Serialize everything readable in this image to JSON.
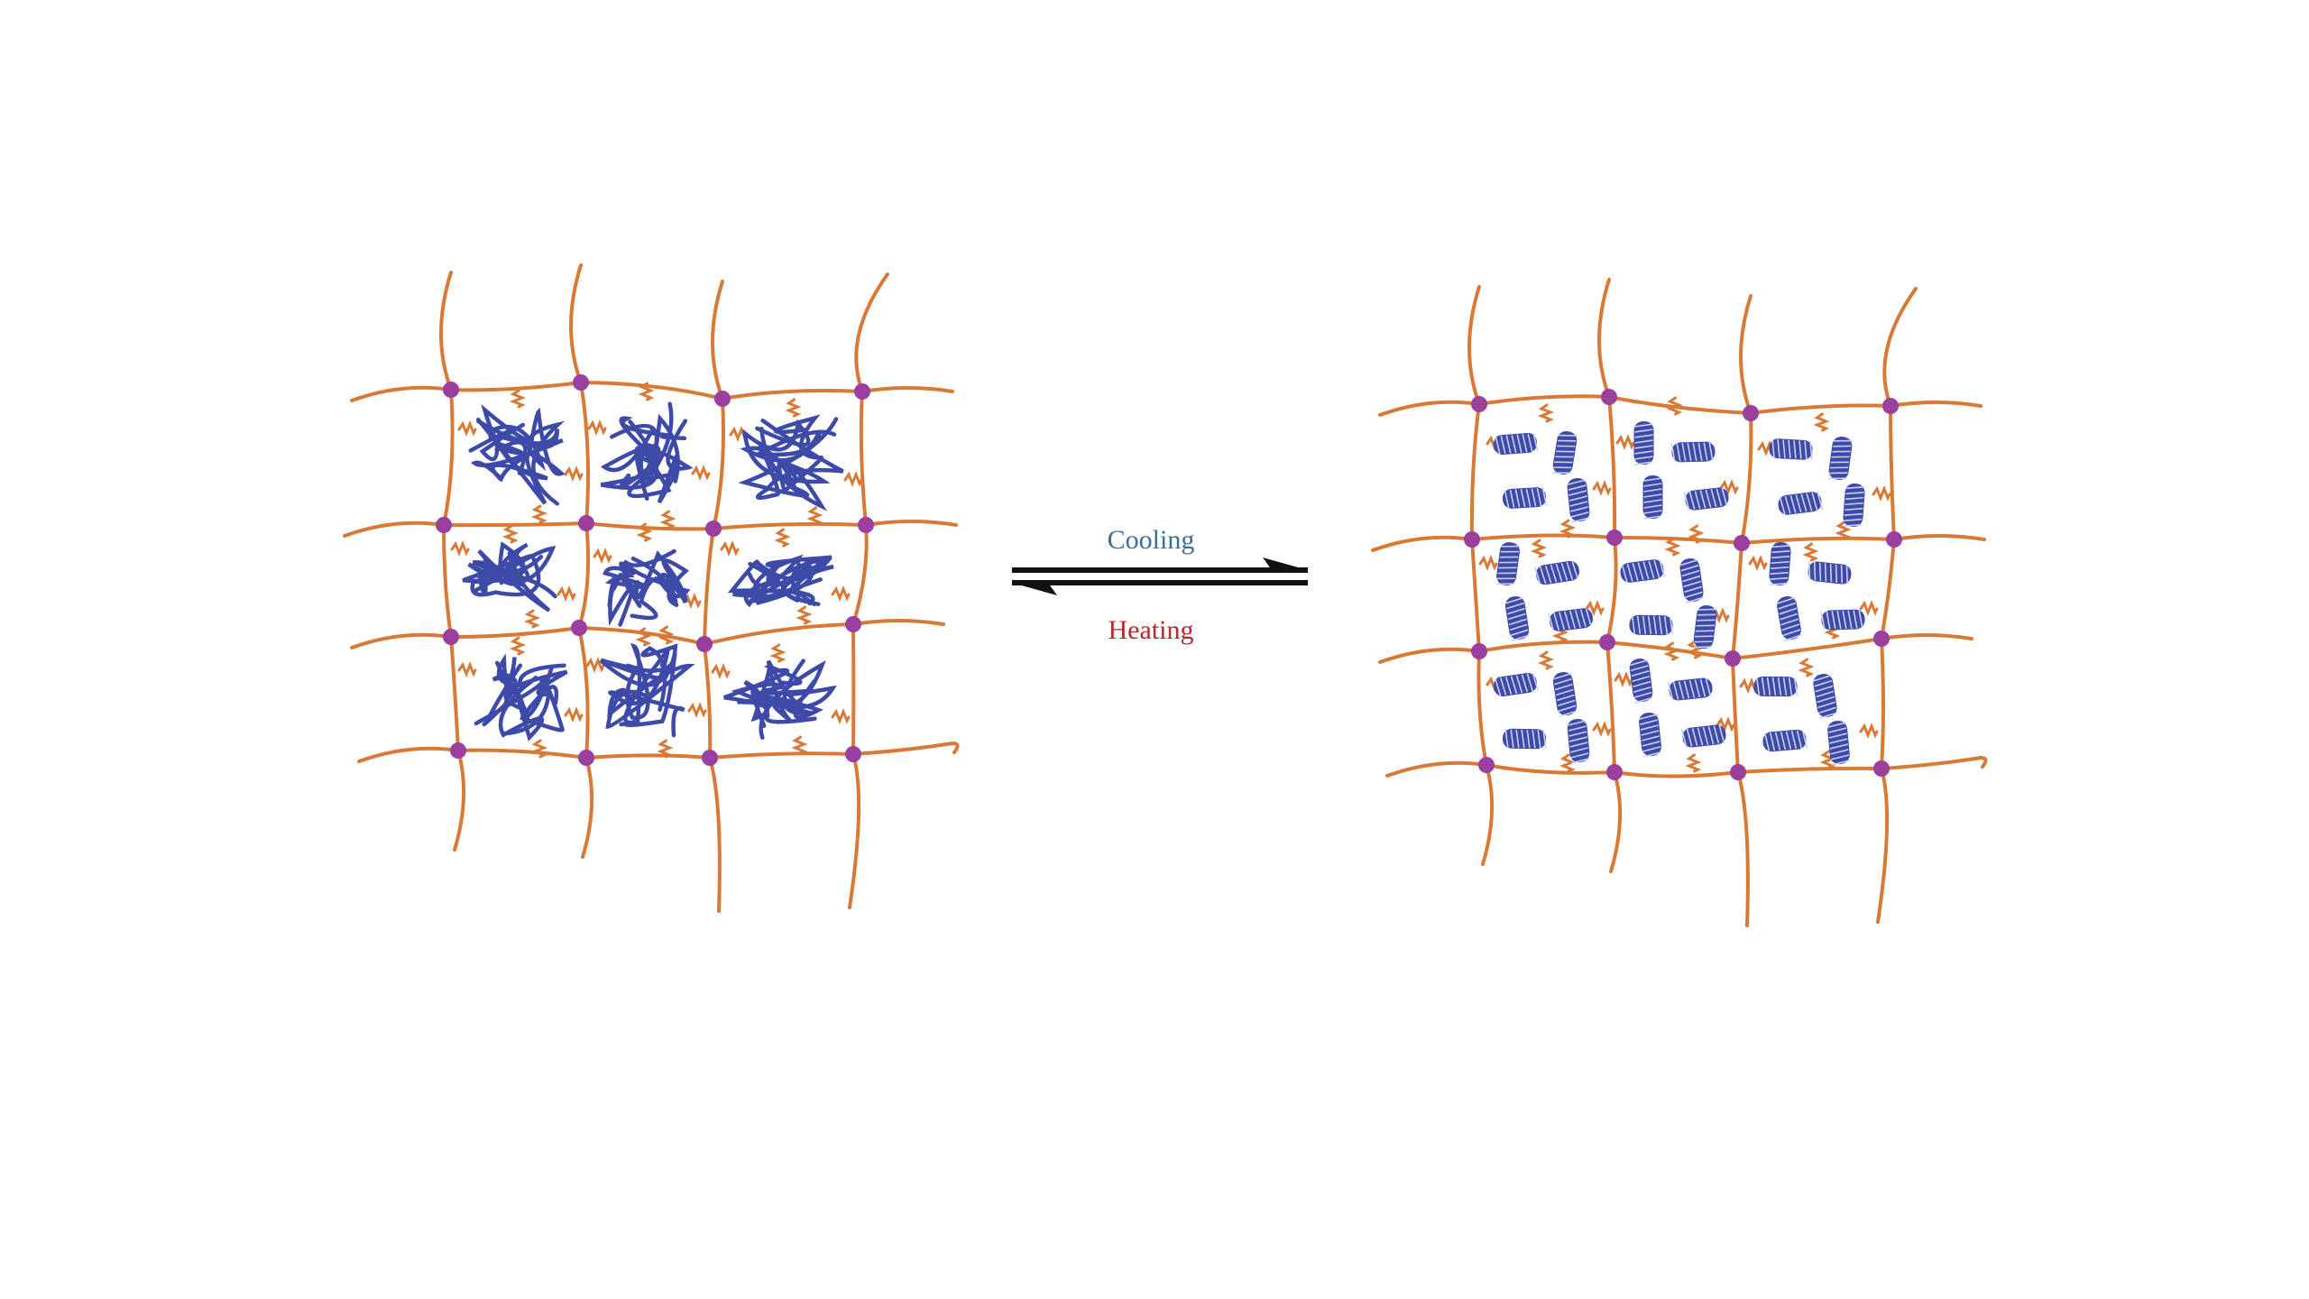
{
  "arrow": {
    "forward_label": "Cooling",
    "reverse_label": "Heating"
  },
  "colors": {
    "network_chain": "#d87a35",
    "crosslink_node": "#9a3f9e",
    "polymer_strand": "#3e4aa8",
    "helix": "#3e4aa8",
    "forward_label": "#3f6f96",
    "reverse_label": "#b8262e",
    "arrow": "#111111"
  },
  "panels": [
    {
      "state": "random-coil",
      "description_icon": "coil-network-icon"
    },
    {
      "state": "helix",
      "description_icon": "helix-network-icon"
    }
  ]
}
